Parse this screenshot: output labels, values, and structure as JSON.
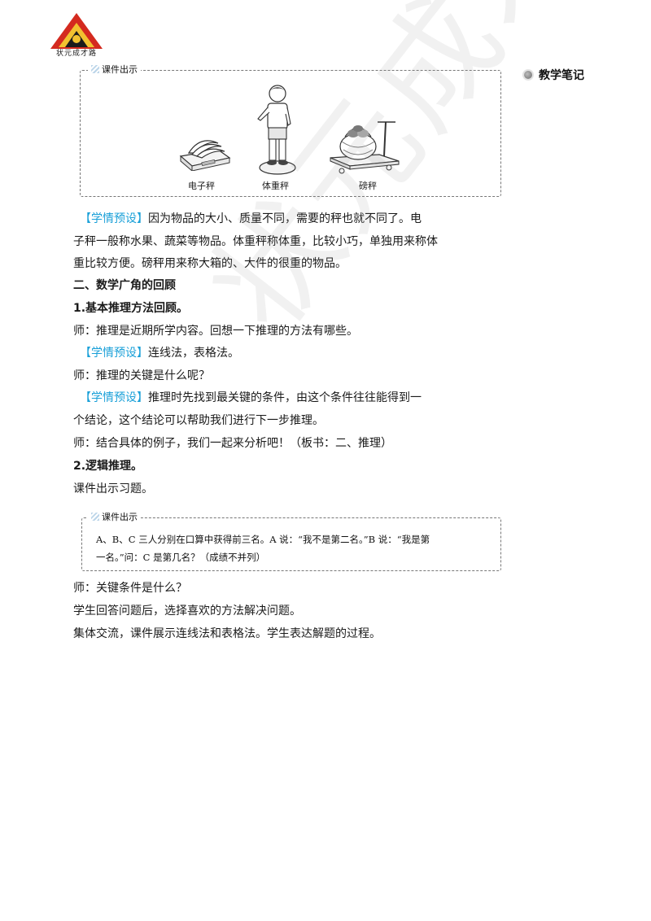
{
  "header": {
    "logo_text": "状元成才路",
    "notes_title": "教学笔记"
  },
  "box1": {
    "label": "课件出示",
    "captions": [
      "电子秤",
      "体重秤",
      "磅秤"
    ]
  },
  "para1": {
    "tag": "【学情预设】",
    "lines": [
      "因为物品的大小、质量不同，需要的秤也就不同了。电",
      "子秤一般称水果、蔬菜等物品。体重秤称体重，比较小巧，单独用来称体",
      "重比较方便。磅秤用来称大箱的、大件的很重的物品。"
    ]
  },
  "section2": {
    "title": "二、数学广角的回顾",
    "sub1": "1.基本推理方法回顾。",
    "l1": "师：推理是近期所学内容。回想一下推理的方法有哪些。",
    "tag": "【学情预设】",
    "l2_rest": "连线法，表格法。",
    "l3": "师：推理的关键是什么呢？",
    "l4_rest": "推理时先找到最关键的条件，由这个条件往往能得到一",
    "l5": "个结论，这个结论可以帮助我们进行下一步推理。",
    "l6": "师：结合具体的例子，我们一起来分析吧！（板书：二、推理）",
    "sub2": "2.逻辑推理。",
    "l7": "课件出示习题。"
  },
  "box2": {
    "label": "课件出示",
    "lines": [
      "A、B、C 三人分别在口算中获得前三名。A 说：“我不是第二名。”B 说：“我是第",
      "一名。”问：C 是第几名？（成绩不并列）"
    ]
  },
  "ending": {
    "l1": "师：关键条件是什么？",
    "l2": "学生回答问题后，选择喜欢的方法解决问题。",
    "l3": "集体交流，课件展示连线法和表格法。学生表达解题的过程。"
  },
  "watermark": "状元成才路"
}
